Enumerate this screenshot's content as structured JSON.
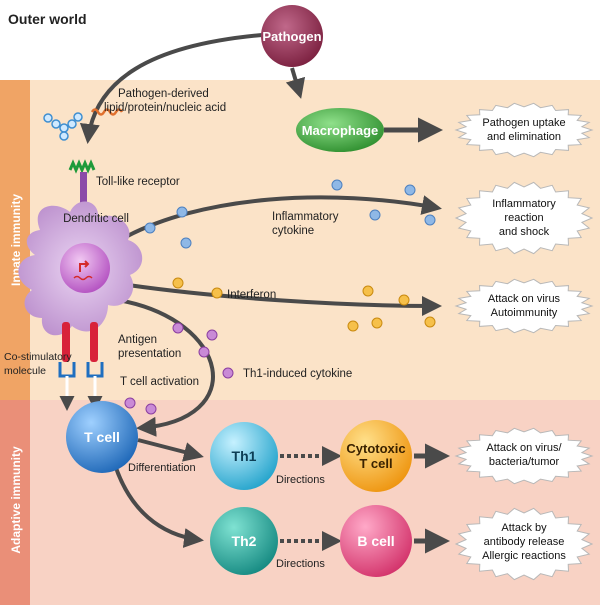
{
  "regions": {
    "outer": "Outer world",
    "innate": "Innate immunity",
    "adaptive": "Adaptive immunity"
  },
  "nodes": {
    "pathogen": "Pathogen",
    "macrophage": "Macrophage",
    "dendritic": "Dendritic cell",
    "tcell": "T cell",
    "th1": "Th1",
    "th2": "Th2",
    "cytotoxic_1": "Cytotoxic",
    "cytotoxic_2": "T cell",
    "bcell": "B cell"
  },
  "labels": {
    "pamp_1": "Pathogen-derived",
    "pamp_2": "lipid/protein/nucleic acid",
    "tlr": "Toll-like receptor",
    "inflam_1": "Inflammatory",
    "inflam_2": "cytokine",
    "interferon": "Interferon",
    "antigen_1": "Antigen",
    "antigen_2": "presentation",
    "tcell_activation": "T cell activation",
    "costim_1": "Co-stimulatory",
    "costim_2": "molecule",
    "th1_cytokine": "Th1-induced cytokine",
    "differentiation": "Differentiation",
    "directions_1": "Directions",
    "directions_2": "Directions"
  },
  "outcomes": {
    "o1_1": "Pathogen uptake",
    "o1_2": "and elimination",
    "o2_1": "Inflammatory",
    "o2_2": "reaction",
    "o2_3": "and shock",
    "o3_1": "Attack on virus",
    "o3_2": "Autoimmunity",
    "o4_1": "Attack on virus/",
    "o4_2": "bacteria/tumor",
    "o5_1": "Attack by",
    "o5_2": "antibody release",
    "o5_3": "Allergic reactions"
  },
  "colors": {
    "innate_band": "#fbe3c8",
    "adaptive_band": "#f8d2c4",
    "side_tab": "#f0a465",
    "pathogen": "#8b2a4a",
    "macrophage": "#3aa53a",
    "dendritic": "#c8a3d6",
    "tcell": "#2f7fd0",
    "th1": "#35b7d8",
    "th2": "#1f9f96",
    "cytotoxic": "#f2a31d",
    "bcell": "#e0447a",
    "arrow": "#4a4a4a"
  }
}
